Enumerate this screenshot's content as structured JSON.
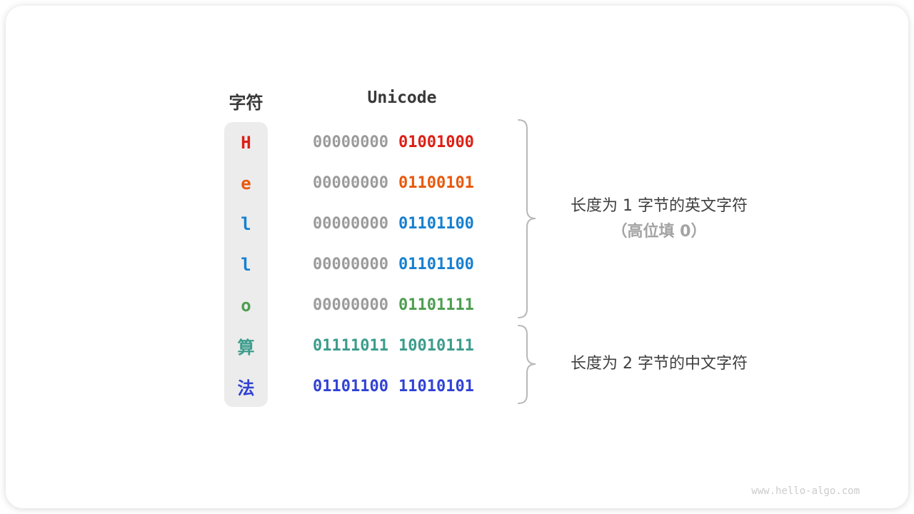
{
  "headers": {
    "char": "字符",
    "unicode": "Unicode"
  },
  "rows": [
    {
      "char": "H",
      "char_color": "#dd1f14",
      "byte1": "00000000",
      "byte1_color": "#9b9b9b",
      "byte2": "01001000",
      "byte2_color": "#dd1f14"
    },
    {
      "char": "e",
      "char_color": "#e8590c",
      "byte1": "00000000",
      "byte1_color": "#9b9b9b",
      "byte2": "01100101",
      "byte2_color": "#e8590c"
    },
    {
      "char": "l",
      "char_color": "#1780d0",
      "byte1": "00000000",
      "byte1_color": "#9b9b9b",
      "byte2": "01101100",
      "byte2_color": "#1780d0"
    },
    {
      "char": "l",
      "char_color": "#1780d0",
      "byte1": "00000000",
      "byte1_color": "#9b9b9b",
      "byte2": "01101100",
      "byte2_color": "#1780d0"
    },
    {
      "char": "o",
      "char_color": "#4d9e50",
      "byte1": "00000000",
      "byte1_color": "#9b9b9b",
      "byte2": "01101111",
      "byte2_color": "#4d9e50"
    },
    {
      "char": "算",
      "char_color": "#3c9c8c",
      "byte1": "01111011",
      "byte1_color": "#3c9c8c",
      "byte2": "10010111",
      "byte2_color": "#3c9c8c"
    },
    {
      "char": "法",
      "char_color": "#3142d4",
      "byte1": "01101100",
      "byte1_color": "#3142d4",
      "byte2": "11010101",
      "byte2_color": "#3142d4"
    }
  ],
  "annotations": {
    "group1_line1": "长度为 1 字节的英文字符",
    "group1_line2": "（高位填 0）",
    "group2": "长度为 2 字节的中文字符"
  },
  "colors": {
    "header_text": "#393939",
    "annotation_text": "#3f3f3f",
    "annotation_muted": "#a3a3a3",
    "byte_muted": "#9b9b9b",
    "char_column_bg": "#ececec",
    "brace_stroke": "#b8b8b8",
    "watermark": "#cbcbcb"
  },
  "watermark": "www.hello-algo.com"
}
